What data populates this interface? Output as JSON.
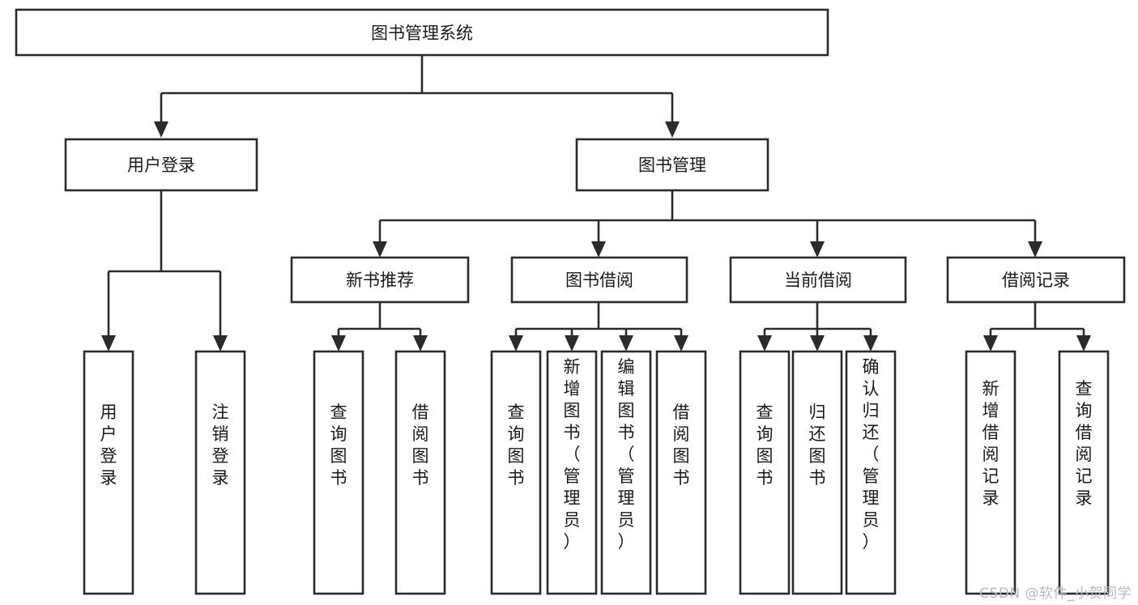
{
  "diagram": {
    "type": "tree",
    "title": "图书管理系统",
    "watermark": "CSDN @软件_小贺同学",
    "orientation": "top-down",
    "colors": {
      "box_stroke": "#2b2b2b",
      "box_fill": "#ffffff",
      "connector": "#2b2b2b",
      "text": "#1a1a1a",
      "background": "#ffffff",
      "watermark": "#b9b9b9"
    },
    "nodes": {
      "root": {
        "label": "图书管理系统",
        "level": 0,
        "orientation": "horizontal"
      },
      "user_login": {
        "label": "用户登录",
        "level": 1,
        "orientation": "horizontal"
      },
      "book_manage": {
        "label": "图书管理",
        "level": 1,
        "orientation": "horizontal"
      },
      "new_book_rec": {
        "label": "新书推荐",
        "level": 2,
        "orientation": "horizontal"
      },
      "book_borrow": {
        "label": "图书借阅",
        "level": 2,
        "orientation": "horizontal"
      },
      "current_borrow": {
        "label": "当前借阅",
        "level": 2,
        "orientation": "horizontal"
      },
      "borrow_record": {
        "label": "借阅记录",
        "level": 2,
        "orientation": "horizontal"
      },
      "leaf_user_login": {
        "label": "用户登录",
        "level": 3,
        "orientation": "vertical"
      },
      "leaf_user_logout": {
        "label": "注销登录",
        "level": 3,
        "orientation": "vertical"
      },
      "leaf_rec_query": {
        "label": "查询图书",
        "level": 3,
        "orientation": "vertical"
      },
      "leaf_rec_borrow": {
        "label": "借阅图书",
        "level": 3,
        "orientation": "vertical"
      },
      "leaf_borrow_query": {
        "label": "查询图书",
        "level": 3,
        "orientation": "vertical"
      },
      "leaf_borrow_add": {
        "label": "新增图书（管理员）",
        "level": 3,
        "orientation": "vertical"
      },
      "leaf_borrow_edit": {
        "label": "编辑图书（管理员）",
        "level": 3,
        "orientation": "vertical"
      },
      "leaf_borrow_do": {
        "label": "借阅图书",
        "level": 3,
        "orientation": "vertical"
      },
      "leaf_cur_query": {
        "label": "查询图书",
        "level": 3,
        "orientation": "vertical"
      },
      "leaf_cur_return": {
        "label": "归还图书",
        "level": 3,
        "orientation": "vertical"
      },
      "leaf_cur_confirm": {
        "label": "确认归还（管理员）",
        "level": 3,
        "orientation": "vertical"
      },
      "leaf_rec_add": {
        "label": "新增借阅记录",
        "level": 3,
        "orientation": "vertical"
      },
      "leaf_rec_search": {
        "label": "查询借阅记录",
        "level": 3,
        "orientation": "vertical"
      }
    },
    "edges": [
      {
        "from": "root",
        "to": "user_login"
      },
      {
        "from": "root",
        "to": "book_manage"
      },
      {
        "from": "book_manage",
        "to": "new_book_rec"
      },
      {
        "from": "book_manage",
        "to": "book_borrow"
      },
      {
        "from": "book_manage",
        "to": "current_borrow"
      },
      {
        "from": "book_manage",
        "to": "borrow_record"
      },
      {
        "from": "user_login",
        "to": "leaf_user_login"
      },
      {
        "from": "user_login",
        "to": "leaf_user_logout"
      },
      {
        "from": "new_book_rec",
        "to": "leaf_rec_query"
      },
      {
        "from": "new_book_rec",
        "to": "leaf_rec_borrow"
      },
      {
        "from": "book_borrow",
        "to": "leaf_borrow_query"
      },
      {
        "from": "book_borrow",
        "to": "leaf_borrow_add"
      },
      {
        "from": "book_borrow",
        "to": "leaf_borrow_edit"
      },
      {
        "from": "book_borrow",
        "to": "leaf_borrow_do"
      },
      {
        "from": "current_borrow",
        "to": "leaf_cur_query"
      },
      {
        "from": "current_borrow",
        "to": "leaf_cur_return"
      },
      {
        "from": "current_borrow",
        "to": "leaf_cur_confirm"
      },
      {
        "from": "borrow_record",
        "to": "leaf_rec_add"
      },
      {
        "from": "borrow_record",
        "to": "leaf_rec_search"
      }
    ]
  }
}
